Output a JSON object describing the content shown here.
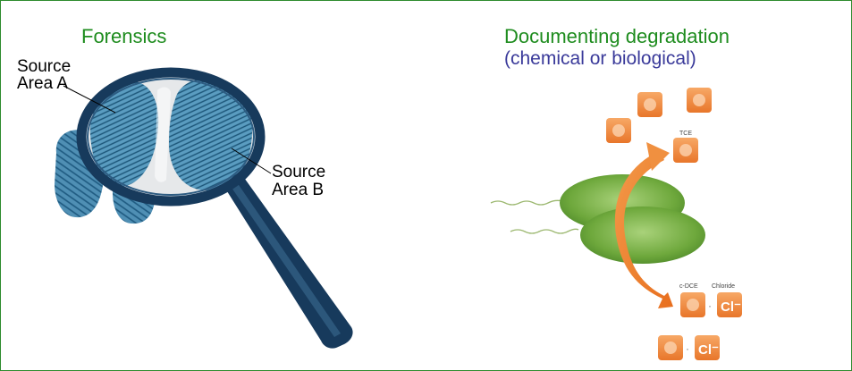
{
  "left_panel": {
    "title": "Forensics",
    "label_a": {
      "line1": "Source",
      "line2": "Area A"
    },
    "label_b": {
      "line1": "Source",
      "line2": "Area B"
    }
  },
  "right_panel": {
    "title": "Documenting degradation",
    "subtitle": "(chemical or biological)",
    "tce_label": "TCE",
    "product_labels": {
      "dce": "c-DCE",
      "chloride": "Chloride"
    },
    "chloride_symbol": "Cl⁻",
    "plus_symbol": "·"
  },
  "colors": {
    "border": "#2e8b2e",
    "title_green": "#1e8c1e",
    "subtitle_blue": "#3a3a9a",
    "magnifier": "#173a5c",
    "fingerprint": "#2e6f96",
    "molecule_box": "#f08a3a",
    "arrow": "#f0852c",
    "bacteria": "#6ea83c"
  }
}
